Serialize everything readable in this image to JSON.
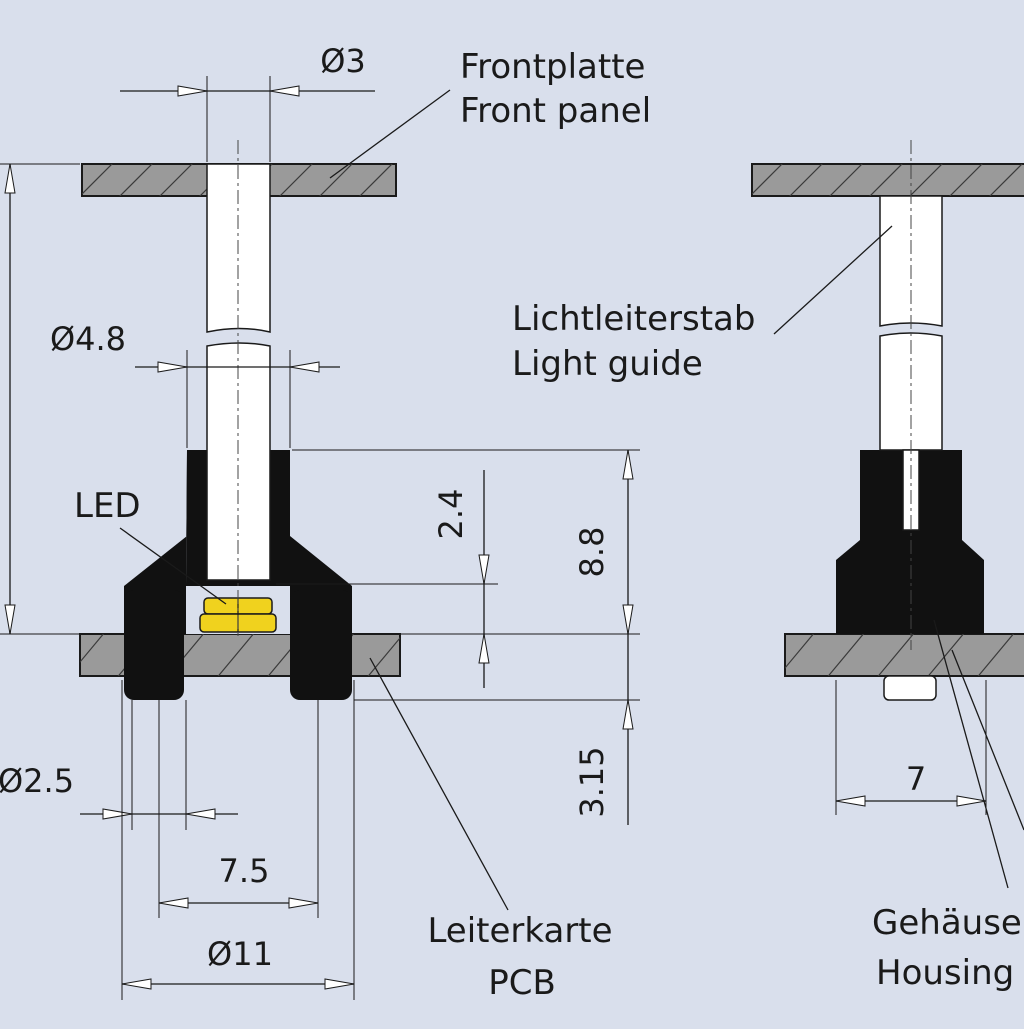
{
  "labels": {
    "front_panel_de": "Frontplatte",
    "front_panel_en": "Front panel",
    "light_guide_de": "Lichtleiterstab",
    "light_guide_en": "Light guide",
    "led": "LED",
    "pcb_de": "Leiterkarte",
    "pcb_en": "PCB",
    "housing_de": "Gehäuse",
    "housing_en": "Housing"
  },
  "dimensions": {
    "d3": "Ø3",
    "d48": "Ø4.8",
    "d25": "Ø2.5",
    "d11": "Ø11",
    "w75": "7.5",
    "w7": "7",
    "h24": "2.4",
    "h88": "8.8",
    "h315": "3.15"
  },
  "colors": {
    "background": "#d9dfec",
    "plate": "#9a9a9a",
    "housing": "#111111",
    "led": "#f0d21e"
  }
}
